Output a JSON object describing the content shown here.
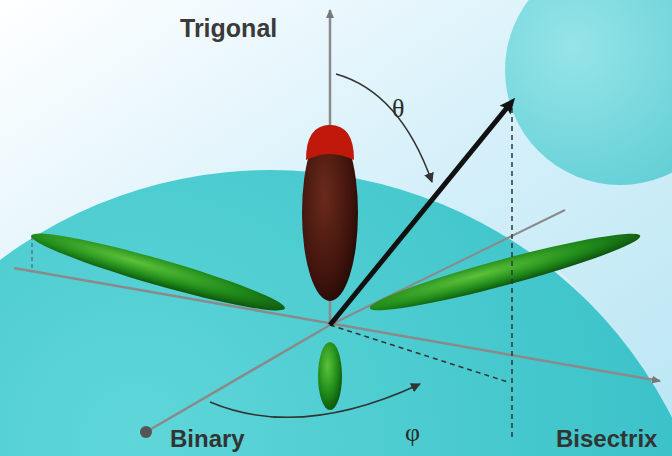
{
  "diagram": {
    "labels": [
      "Trigonal",
      "θ",
      "Binary",
      "φ",
      "Bisectrix"
    ]
  }
}
